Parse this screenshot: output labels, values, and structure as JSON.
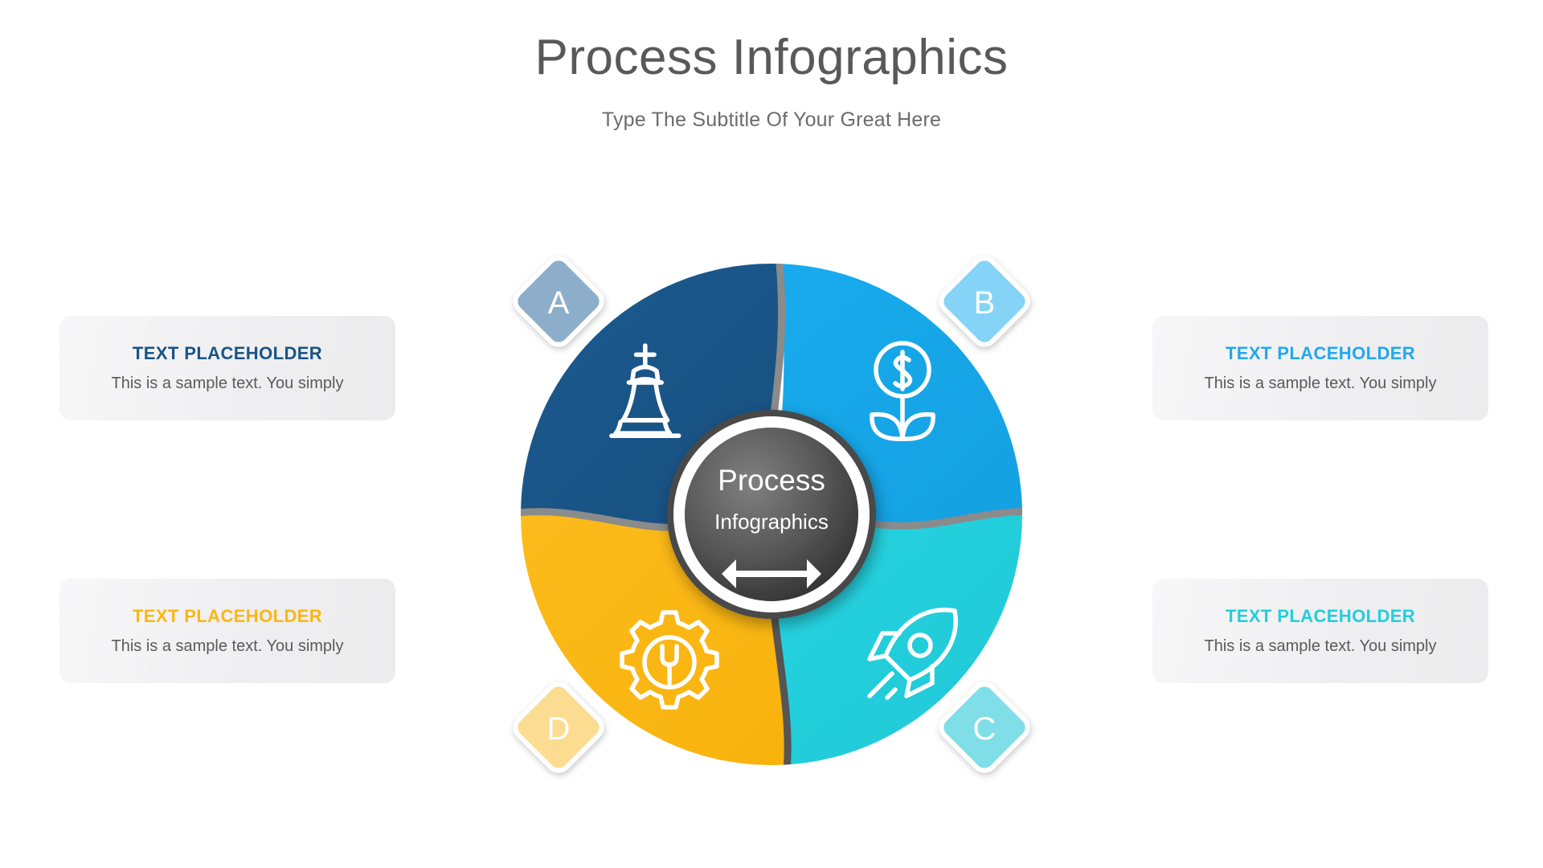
{
  "header": {
    "title": "Process Infographics",
    "subtitle": "Type The Subtitle Of Your Great Here"
  },
  "hub": {
    "line1": "Process",
    "line2": "Infographics",
    "icon": "double-arrow-horizontal-icon",
    "fill_outer": "#3b3b3b",
    "fill_inner": "#6e6e6e",
    "ring_color": "#ffffff"
  },
  "segments": [
    {
      "key": "a",
      "letter": "A",
      "color": "#1a5384",
      "badge_color": "#8caecb",
      "icon": "chess-king-icon",
      "position": "top-left"
    },
    {
      "key": "b",
      "letter": "B",
      "color": "#17a7e8",
      "badge_color": "#85d4f7",
      "icon": "money-plant-growth-icon",
      "position": "top-right"
    },
    {
      "key": "c",
      "letter": "C",
      "color": "#22cedc",
      "badge_color": "#7fdee8",
      "icon": "rocket-icon",
      "position": "bottom-right"
    },
    {
      "key": "d",
      "letter": "D",
      "color": "#fbb713",
      "badge_color": "#fbdc91",
      "icon": "gear-wrench-icon",
      "position": "bottom-left"
    }
  ],
  "cards": [
    {
      "key": "a",
      "title": "TEXT PLACEHOLDER",
      "body": "This is a sample text. You simply",
      "title_color": "#1a5384"
    },
    {
      "key": "b",
      "title": "TEXT PLACEHOLDER",
      "body": "This is a sample text. You simply",
      "title_color": "#22a7f0"
    },
    {
      "key": "c",
      "title": "TEXT PLACEHOLDER",
      "body": "This is a sample text. You simply",
      "title_color": "#22cedc"
    },
    {
      "key": "d",
      "title": "TEXT PLACEHOLDER",
      "body": "This is a sample text. You simply",
      "title_color": "#fbb713"
    }
  ],
  "divider_color": "#8a8a8a"
}
